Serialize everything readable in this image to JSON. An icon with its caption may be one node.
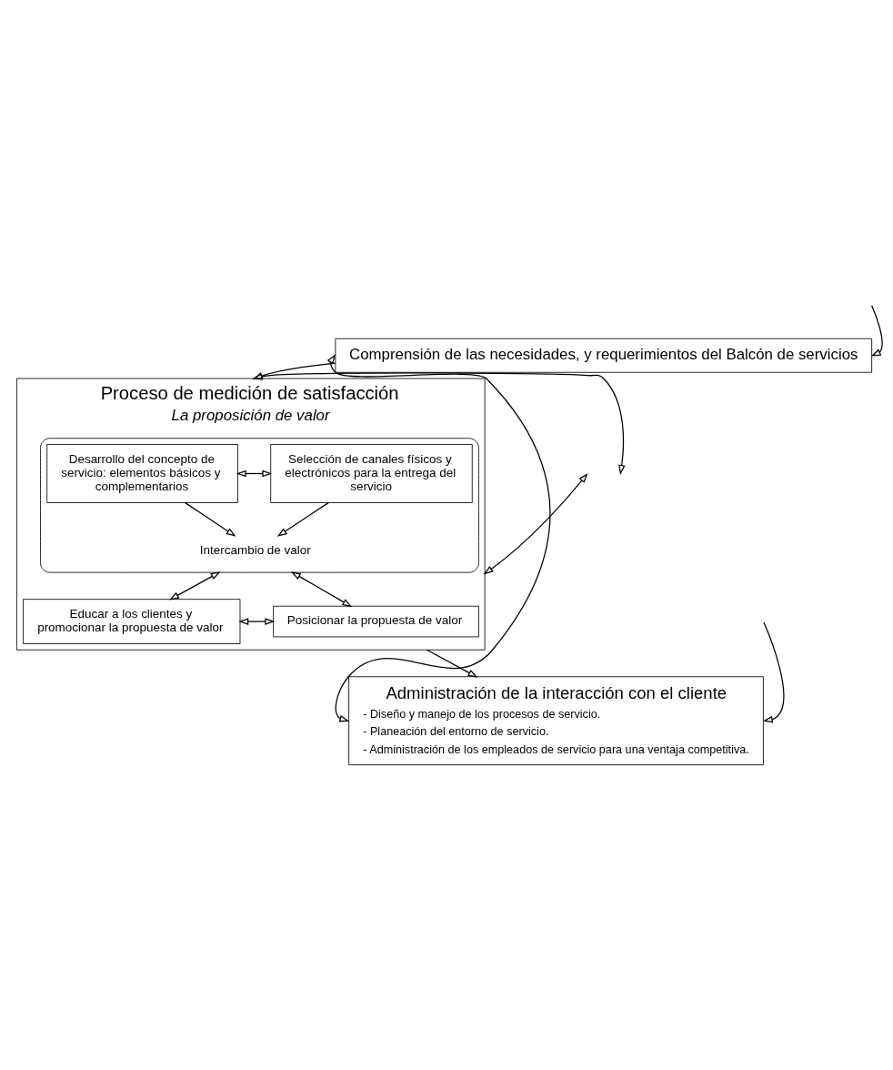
{
  "diagram": {
    "nodes": [
      {
        "text": [
          "Comprensión de las necesidades, y requerimientos del Balcón de servicios"
        ]
      },
      {
        "text": [
          "Proceso de medición de satisfacción",
          "La proposición de valor"
        ]
      },
      {
        "text": [],
        "shape": "ellipse",
        "in": 1
      },
      {
        "text": [
          "Desarrollo del concepto de servicio: elementos básicos y complementarios"
        ],
        "in": 2
      },
      {
        "text": [
          "Selección de canales físicos y electrónicos para la entrega del servicio"
        ],
        "in": 2
      },
      {
        "text": [
          "Intercambio de valor"
        ],
        "in": 2
      },
      {
        "text": [
          "Educar a los clientes y promocionar la propuesta de valor"
        ],
        "in": 1
      },
      {
        "text": [
          "Posicionar la propuesta de valor"
        ],
        "in": 1
      },
      {
        "text": [
          "Administración de la interacción con el cliente",
          "- Diseño y manejo de los procesos de servicio.",
          "- Planeación del entorno de servicio.",
          "- Administración de los empleados de servicio para una ventaja competitiva."
        ]
      }
    ],
    "edges": [
      {
        "from": 0,
        "to": 1,
        "arrow": "to"
      },
      {
        "from": 3,
        "to": 4,
        "arrow": "both"
      },
      {
        "from": 3,
        "to": 5,
        "arrow": "to"
      },
      {
        "from": 4,
        "to": 5,
        "arrow": "to"
      },
      {
        "from": 6,
        "to": 2,
        "arrow": "both"
      },
      {
        "from": 7,
        "to": 2,
        "arrow": "both"
      },
      {
        "from": 6,
        "to": 7,
        "arrow": "both"
      },
      {
        "from": 1,
        "to": 8,
        "arrow": "to"
      },
      {
        "from": 8,
        "to": 0,
        "arrow": "both"
      },
      {
        "from": null,
        "to": 0,
        "arrow": "to"
      },
      {
        "from": null,
        "to": 1,
        "arrow": "both"
      },
      {
        "from": 1,
        "to": null,
        "arrow": "both"
      },
      {
        "from": null,
        "to": 8,
        "arrow": "to"
      }
    ]
  }
}
